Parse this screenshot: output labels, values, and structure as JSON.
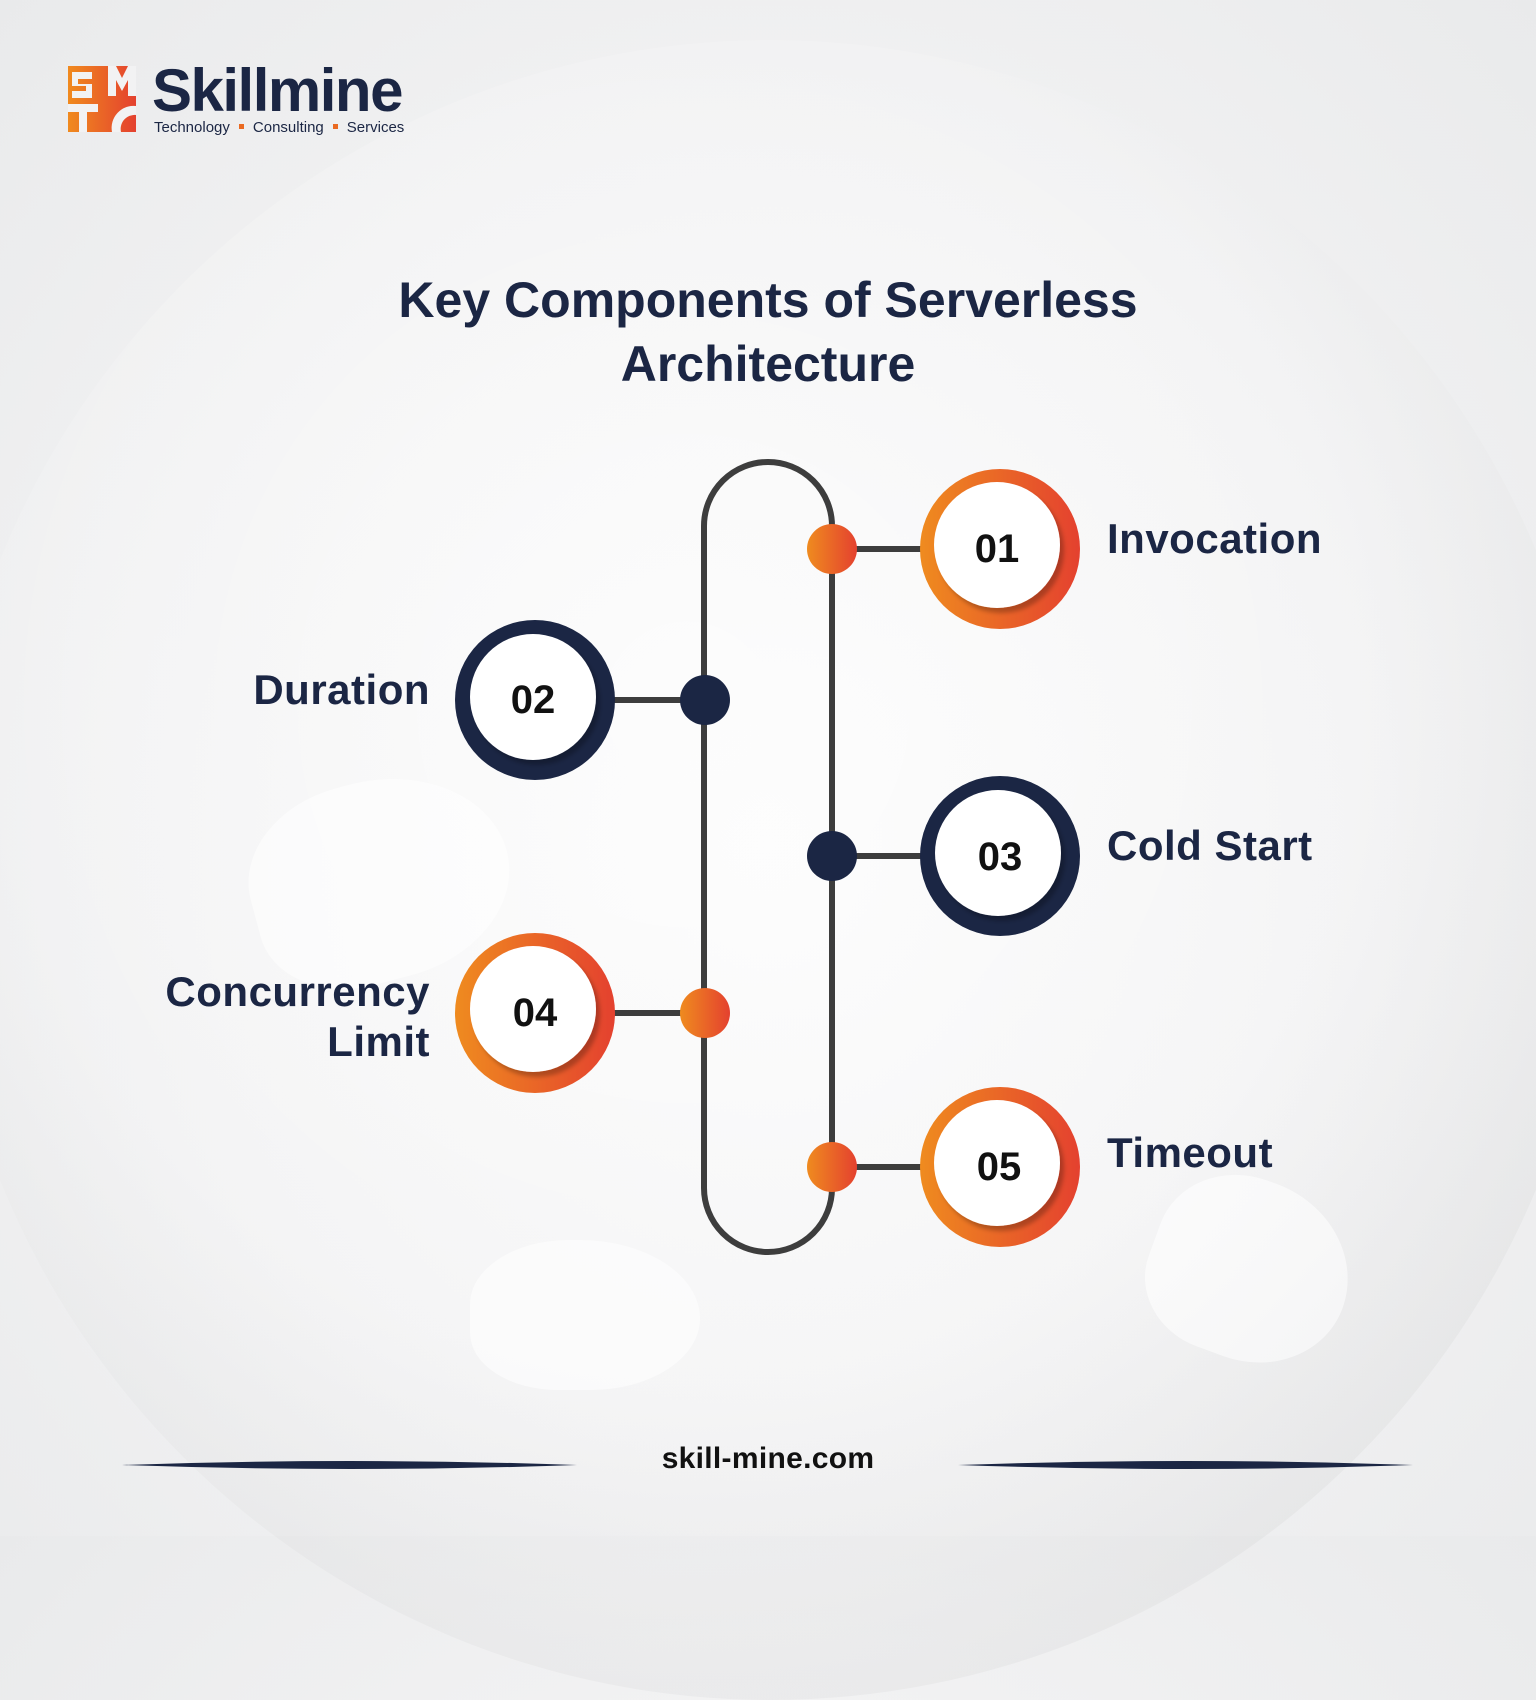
{
  "brand": {
    "name": "Skillmine",
    "tagline": [
      "Technology",
      "Consulting",
      "Services"
    ],
    "logo_letters": [
      "S",
      "M",
      "T",
      "C"
    ]
  },
  "title": {
    "line1": "Key Components of Serverless",
    "line2": "Architecture"
  },
  "colors": {
    "navy": "#1b2644",
    "orange_start": "#ee8a1e",
    "orange_end": "#e5432f",
    "track": "#3d3d3d"
  },
  "components": [
    {
      "number": "01",
      "label": "Invocation",
      "side": "right",
      "style": "orange"
    },
    {
      "number": "02",
      "label": "Duration",
      "side": "left",
      "style": "navy"
    },
    {
      "number": "03",
      "label": "Cold Start",
      "side": "right",
      "style": "navy"
    },
    {
      "number": "04",
      "label_lines": [
        "Concurrency",
        "Limit"
      ],
      "side": "left",
      "style": "orange"
    },
    {
      "number": "05",
      "label": "Timeout",
      "side": "right",
      "style": "orange"
    }
  ],
  "footer": {
    "url": "skill-mine.com"
  }
}
